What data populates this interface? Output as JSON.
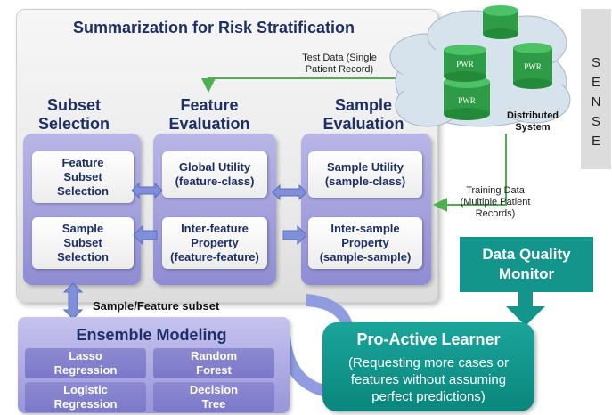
{
  "title": "Summarization for Risk Stratification",
  "columns": {
    "subset_selection": {
      "heading_line1": "Subset",
      "heading_line2": "Selection",
      "card1": [
        "Feature",
        "Subset",
        "Selection"
      ],
      "card2": [
        "Sample",
        "Subset",
        "Selection"
      ]
    },
    "feature_evaluation": {
      "heading_line1": "Feature",
      "heading_line2": "Evaluation",
      "card1": [
        "Global Utility",
        "(feature-class)"
      ],
      "card2": [
        "Inter-feature",
        "Property",
        "(feature-feature)"
      ]
    },
    "sample_evaluation": {
      "heading_line1": "Sample",
      "heading_line2": "Evaluation",
      "card1": [
        "Sample Utility",
        "(sample-class)"
      ],
      "card2": [
        "Inter-sample",
        "Property",
        "(sample-sample)"
      ]
    }
  },
  "subset_arrow_label": "Sample/Feature subset",
  "ensemble": {
    "title": "Ensemble Modeling",
    "models": [
      [
        "Lasso",
        "Regression"
      ],
      [
        "Random",
        "Forest"
      ],
      [
        "Logistic",
        "Regression"
      ],
      [
        "Decision",
        "Tree"
      ]
    ]
  },
  "proactive": {
    "title": "Pro-Active Learner",
    "description": [
      "(Requesting more cases or",
      "features without assuming",
      "perfect predictions)"
    ]
  },
  "data_quality": [
    "Data Quality",
    "Monitor"
  ],
  "cloud": {
    "server_label": "PWR",
    "caption": [
      "Distributed",
      "System"
    ]
  },
  "test_data_label": [
    "Test Data (Single",
    "Patient Record)"
  ],
  "training_data_label": [
    "Training Data",
    "(Multiple Patient",
    "Records)"
  ],
  "sense_letters": [
    "S",
    "E",
    "N",
    "S",
    "E"
  ],
  "colors": {
    "navy_text": "#1d2f67",
    "column_purple": "#8f8cd4",
    "teal": "#14958c",
    "green_arrow": "#4caf50",
    "arrow_blue": "#7f8fd8",
    "cloud": "#d6e2ec"
  }
}
